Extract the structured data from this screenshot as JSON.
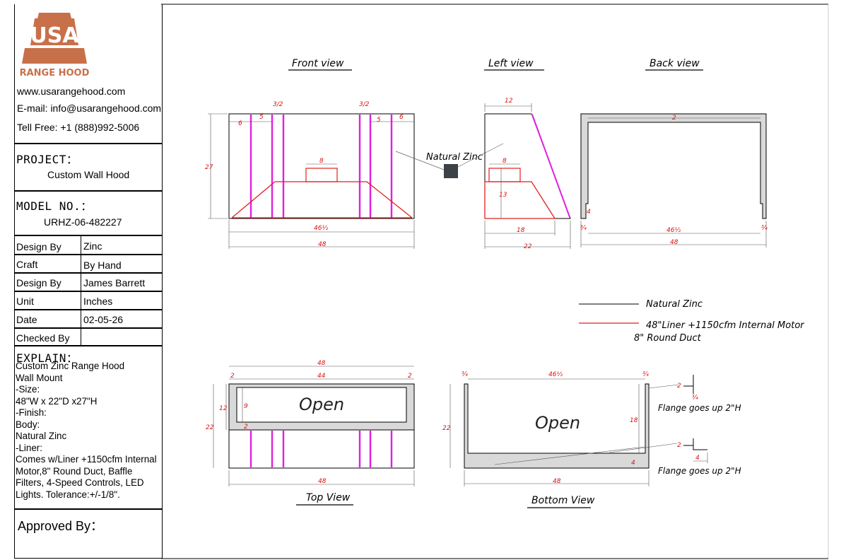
{
  "brand": {
    "logo_text": "RANGE HOOD",
    "logo_mark": "USA",
    "color": "#c8704a"
  },
  "contact": {
    "website": "www.usarangehood.com",
    "email": "E-mail: info@usarangehood.com",
    "phone": "Tell Free: +1 (888)992-5006"
  },
  "project": {
    "label": "PROJECT：",
    "value": "Custom Wall Hood"
  },
  "model": {
    "label": "MODEL NO.：",
    "value": "URHZ-06-482227"
  },
  "specs": [
    {
      "label": "Design By",
      "value": "Zinc"
    },
    {
      "label": "Craft",
      "value": "By Hand"
    },
    {
      "label": "Design By",
      "value": "James Barrett"
    },
    {
      "label": "Unit",
      "value": "Inches"
    },
    {
      "label": "Date",
      "value": "02-05-26"
    },
    {
      "label": "Checked By",
      "value": ""
    }
  ],
  "explain": {
    "label": "EXPLAIN：",
    "lines": [
      "Custom Zinc Range Hood",
      "Wall Mount",
      "-Size:",
      "48\"W x 22\"D x27\"H",
      "-Finish:",
      "Body:",
      "Natural Zinc",
      "-Liner:",
      "Comes w/Liner +1150cfm Internal",
      "Motor,8\" Round Duct, Baffle",
      "Filters, 4-Speed Controls, LED",
      "Lights. Tolerance:+/-1/8\"."
    ]
  },
  "approved": {
    "label": "Approved By："
  },
  "drawing": {
    "titles": {
      "front": "Front view",
      "left": "Left view",
      "back": "Back view",
      "top": "Top View",
      "bottom": "Bottom View"
    },
    "material_callout": "Natural Zinc",
    "legend": {
      "black": "Natural Zinc",
      "red_line1": "48\"Liner +1150cfm Internal Motor",
      "red_line2": "8\" Round Duct"
    },
    "open_label": "Open",
    "flange_note": "Flange goes up 2\"H",
    "colors": {
      "zinc_line": "#000000",
      "liner": "#e0201c",
      "baffle": "#e020e0",
      "zinc_fill": "#d9d9d9",
      "dimension": "#d11111",
      "swatch": "#3c4248"
    },
    "dims": {
      "front_27": "27",
      "front_6": "6",
      "front_5": "5",
      "front_half": "3/2",
      "front_8": "8",
      "front_46h": "46½",
      "front_48": "48",
      "left_12": "12",
      "left_8": "8",
      "left_13": "13",
      "left_18": "18",
      "left_22": "22",
      "back_2": "2",
      "back_4": "4",
      "back_3q": "¾",
      "back_46h": "46½",
      "back_48": "48",
      "top_48": "48",
      "top_44": "44",
      "top_2": "2",
      "top_12": "12",
      "top_9": "9",
      "top_22": "22",
      "bot_3q": "¾",
      "bot_46h": "46½",
      "bot_22": "22",
      "bot_18": "18",
      "bot_4": "4",
      "bot_48": "48",
      "bot_2": "2"
    }
  }
}
